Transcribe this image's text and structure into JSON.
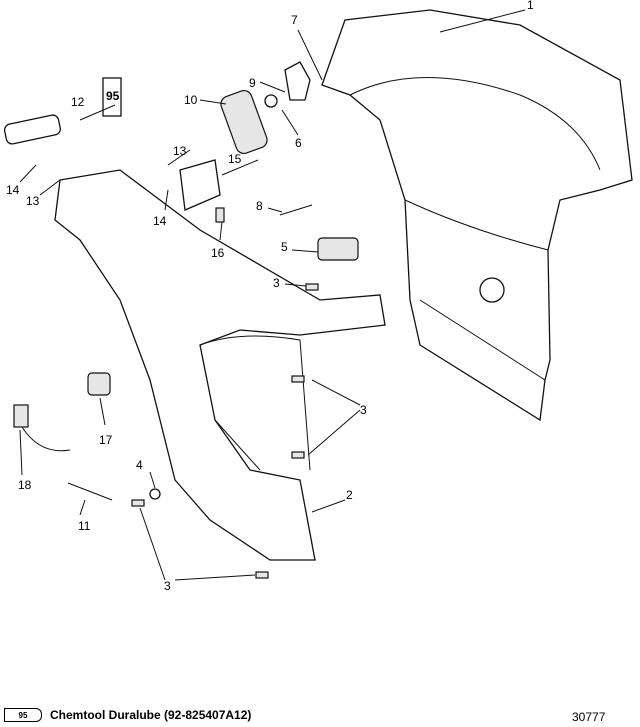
{
  "callouts": {
    "c1": "1",
    "c2": "2",
    "c3a": "3",
    "c3b": "3",
    "c3c": "3",
    "c4": "4",
    "c5": "5",
    "c6": "6",
    "c7": "7",
    "c8": "8",
    "c9": "9",
    "c10": "10",
    "c11": "11",
    "c12": "12",
    "c13a": "13",
    "c13b": "13",
    "c14a": "14",
    "c14b": "14",
    "c15": "15",
    "c16": "16",
    "c17": "17",
    "c18": "18"
  },
  "lubricant_tube_label": "95",
  "legend": {
    "tube_label": "95",
    "text": "Chemtool Duralube (92-825407A12)"
  },
  "figure_number": "30777"
}
